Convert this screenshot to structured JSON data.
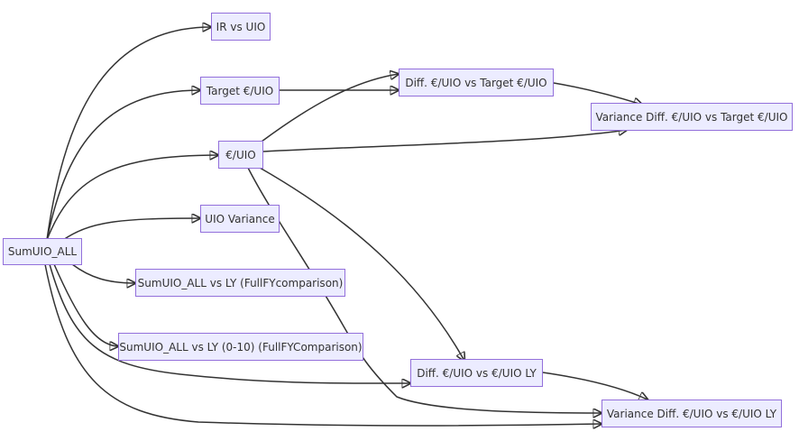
{
  "colors": {
    "node_fill": "#ececff",
    "node_border": "#9370db",
    "edge": "#333333",
    "text": "#333333"
  },
  "nodes": {
    "sumuio_all": "SumUIO_ALL",
    "ir_vs_uio": "IR vs UIO",
    "target_eur_uio": "Target €/UIO",
    "eur_uio": "€/UIO",
    "uio_variance": "UIO Variance",
    "sumuio_vs_ly_full": "SumUIO_ALL vs LY (FullFYcomparison)",
    "sumuio_vs_ly_0_10": "SumUIO_ALL vs LY (0-10) (FullFYComparison)",
    "diff_vs_target": "Diff. €/UIO vs Target €/UIO",
    "variance_diff_vs_target": "Variance Diff. €/UIO vs Target €/UIO",
    "diff_vs_ly": "Diff. €/UIO vs €/UIO LY",
    "variance_diff_vs_ly": "Variance Diff. €/UIO vs €/UIO LY"
  }
}
